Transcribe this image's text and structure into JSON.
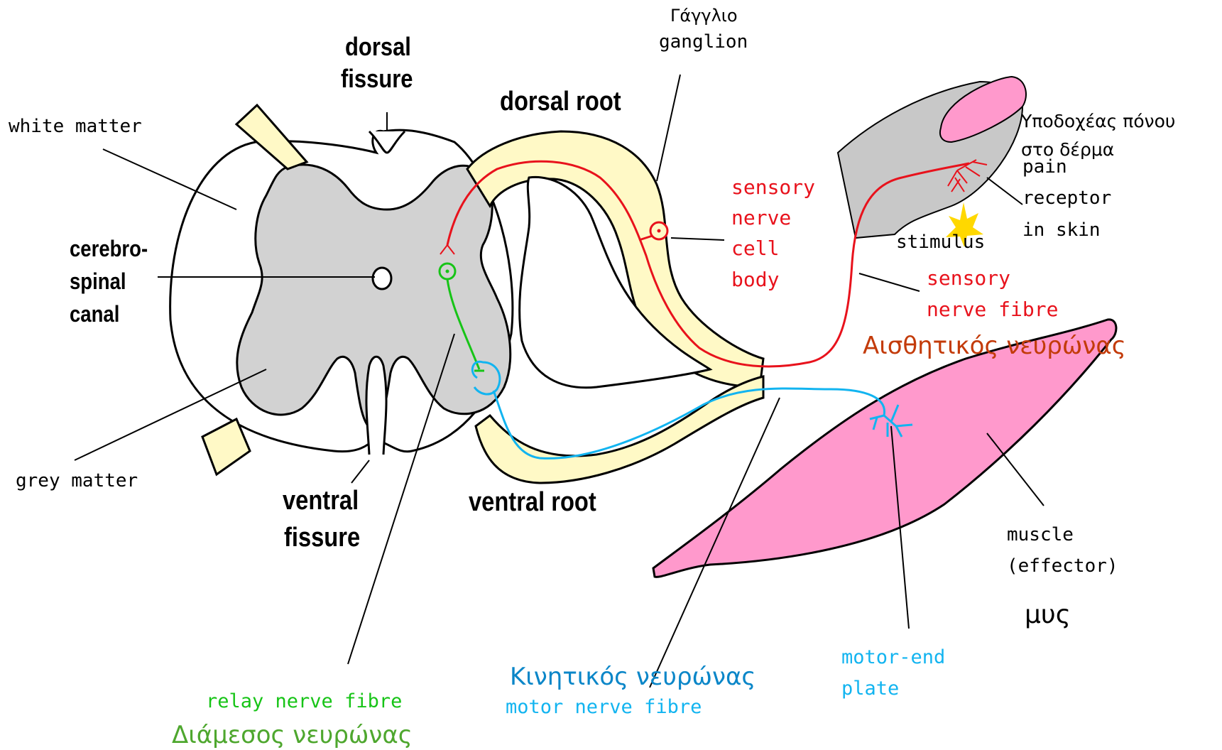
{
  "labels": {
    "gagglio": "Γάγγλιο",
    "ganglion": "ganglion",
    "dorsal_fissure_1": "dorsal",
    "dorsal_fissure_2": "fissure",
    "dorsal_root": "dorsal root",
    "white_matter": "white matter",
    "cerebro_1": "cerebro-",
    "cerebro_2": "spinal",
    "cerebro_3": "canal",
    "grey_matter": "grey matter",
    "ventral_fissure_1": "ventral",
    "ventral_fissure_2": "fissure",
    "ventral_root": "ventral root",
    "sensory_body_1": "sensory",
    "sensory_body_2": "nerve",
    "sensory_body_3": "cell",
    "sensory_body_4": "body",
    "pain_receptor_gr_1": "Υποδοχέας πόνου",
    "pain_receptor_gr_2": "στο δέρμα",
    "pain_1": "pain",
    "pain_2": "receptor",
    "pain_3": "in skin",
    "stimulus": "stimulus",
    "sensory_fibre_1": "sensory",
    "sensory_fibre_2": "nerve fibre",
    "sensory_neuron_gr": "Αισθητικός νευρώνας",
    "muscle_1": "muscle",
    "muscle_2": "(effector)",
    "muscle_gr": "μυς",
    "motor_end_1": "motor-end",
    "motor_end_2": "plate",
    "motor_neuron_gr": "Κινητικός νευρώνας",
    "motor_fibre": "motor nerve fibre",
    "relay_fibre": "relay nerve fibre",
    "relay_neuron_gr": "Διάμεσος νευρώνας"
  },
  "colors": {
    "sensory": "#e8121c",
    "motor": "#12b4f0",
    "relay": "#17c417",
    "root_fill": "#fff9c6",
    "grey_fill": "#d2d2d2",
    "muscle_fill": "#ff99cc",
    "skin_fill": "#c8c8c8",
    "greek_sensory": "#c33b0a",
    "greek_motor": "#0a86c8",
    "greek_relay": "#4ea72e",
    "stimulus": "#ffd800"
  }
}
